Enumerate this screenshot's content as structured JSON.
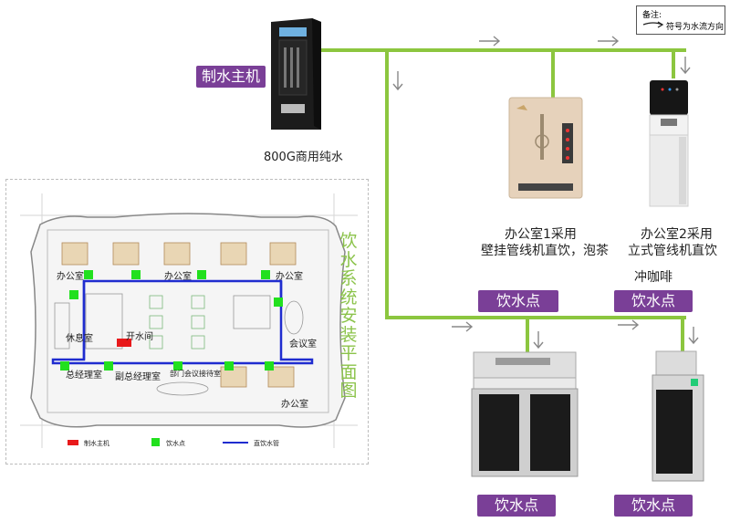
{
  "note": {
    "title": "备注:",
    "text": "符号为水流方向"
  },
  "main_unit": {
    "label": "制水主机",
    "capacity": "800G商用纯水"
  },
  "floor_plan": {
    "title": "饮水系统安装平面图",
    "rooms": {
      "office_top_left": "办公室",
      "office_top_mid": "办公室",
      "office_top_right": "办公室",
      "lounge": "休息室",
      "boiler": "开水间",
      "meeting": "会议室",
      "gm_office": "总经理室",
      "deputy_gm_office": "副总经理室",
      "dept_meeting": "部门会议接待室",
      "office_bottom_right": "办公室"
    },
    "legend": {
      "main_unit": "制水主机",
      "drink_point": "饮水点",
      "pipe": "直饮水管"
    },
    "colors": {
      "main_unit": "#e8191b",
      "drink_point": "#22e01e",
      "pipe": "#1f2ccf"
    }
  },
  "points": {
    "wall_mounted": {
      "line1": "办公室1采用",
      "line2": "壁挂管线机直饮，泡茶",
      "badge": "饮水点"
    },
    "standing": {
      "line1": "办公室2采用",
      "line2": "立式管线机直饮",
      "line3": "冲咖啡",
      "badge": "饮水点"
    },
    "big_boiler": {
      "badge": "饮水点"
    },
    "small_boiler": {
      "badge": "饮水点"
    }
  },
  "colors": {
    "pipe_main": "#8cc63f",
    "badge_bg": "#7a3f97",
    "arrow": "#888888"
  }
}
